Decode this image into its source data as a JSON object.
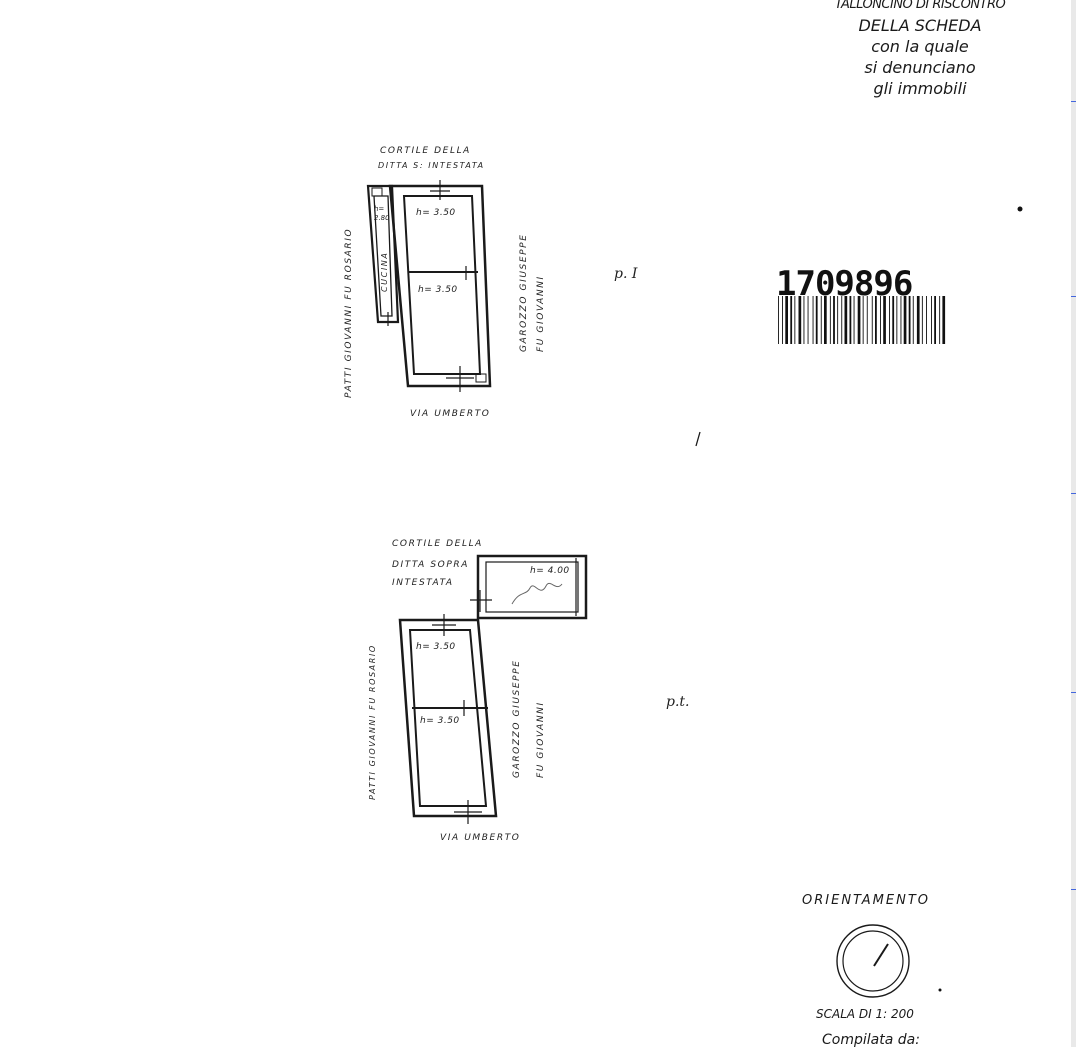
{
  "header": {
    "line1": "TALLONCINO DI RISCONTRO",
    "line2": "DELLA SCHEDA",
    "line3": "con la quale",
    "line4": "si denunciano",
    "line5": "gli immobili"
  },
  "barcode": {
    "number": "1709896"
  },
  "plan_upper": {
    "north_label_1": "CORTILE DELLA",
    "north_label_2": "DITTA S: INTESTATA",
    "west_label": "PATTI GIOVANNI FU ROSARIO",
    "east_label_1": "GAROZZO GIUSEPPE",
    "east_label_2": "FU GIOVANNI",
    "south_label": "VIA UMBERTO",
    "kitchen_label": "CUCINA",
    "kitchen_height": "h= 2.80",
    "room1_height": "h= 3.50",
    "room2_height": "h= 3.50",
    "floor_mark": "p. I"
  },
  "plan_lower": {
    "north_label_1": "CORTILE DELLA",
    "north_label_2": "DITTA SOPRA",
    "north_label_3": "INTESTATA",
    "annex_height": "h= 4.00",
    "west_label": "PATTI GIOVANNI FU ROSARIO",
    "east_label_1": "GAROZZO GIUSEPPE",
    "east_label_2": "FU GIOVANNI",
    "south_label": "VIA UMBERTO",
    "room1_height": "h= 3.50",
    "room2_height": "h= 3.50",
    "floor_mark": "p.t."
  },
  "orientation": {
    "title": "ORIENTAMENTO",
    "scale": "SCALA DI 1: 200",
    "compiled_by": "Compilata da:"
  },
  "colors": {
    "ink": "#1a1a1a",
    "margin_tick": "#4466dd"
  }
}
